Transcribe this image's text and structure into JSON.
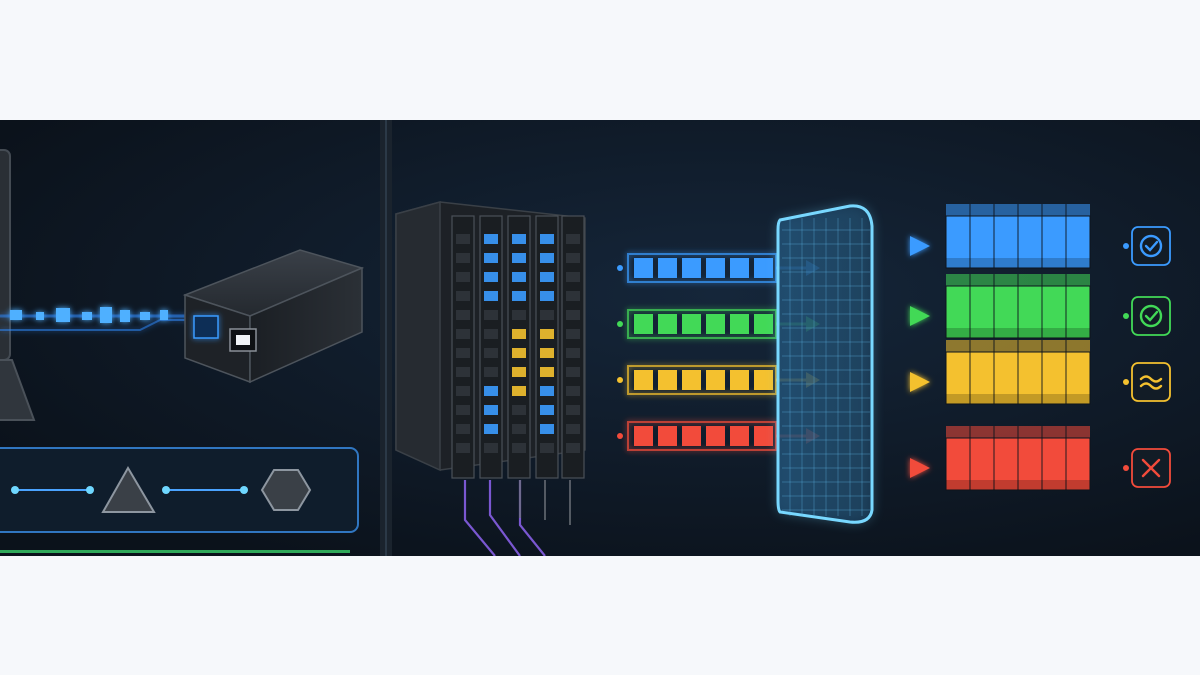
{
  "scene": {
    "left_panel": {
      "shapes": [
        "dot",
        "triangle",
        "dot",
        "hexagon"
      ]
    },
    "lanes": [
      {
        "color": "#3b9bff",
        "status_icon": "check-icon"
      },
      {
        "color": "#42d957",
        "status_icon": "check-icon"
      },
      {
        "color": "#f4c12f",
        "status_icon": "wave-icon"
      },
      {
        "color": "#f24b3b",
        "status_icon": "x-icon"
      }
    ],
    "queue_blocks_per_lane": 6,
    "bin_columns_per_lane": 6,
    "colors": {
      "background": "#0d141d",
      "page": "#f6f8fb",
      "accent_blue": "#3b9bff",
      "accent_cyan": "#6fd7ff",
      "divider": "#253241"
    }
  }
}
